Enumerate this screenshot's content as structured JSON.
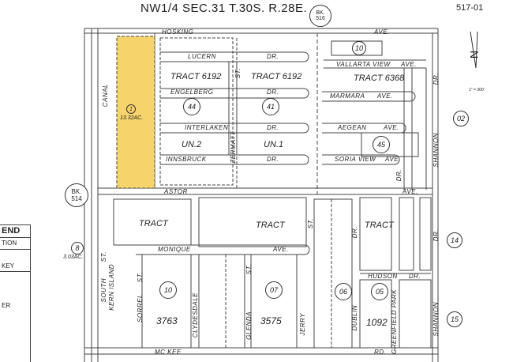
{
  "header": {
    "title": "NW1/4 SEC.31 T.30S. R.28E.",
    "sheet": "517-01",
    "book_top": {
      "bk": "BK.",
      "num": "516"
    },
    "book_left": {
      "bk": "BK.",
      "num": "514"
    }
  },
  "north": {
    "letter": "N",
    "scale": "1\" = 300'"
  },
  "streets": {
    "hosking": "HOSKING",
    "hosking_ave": "AVE.",
    "lucern": "LUCERN",
    "lucern_dr": "DR.",
    "engelberg": "ENGELBERG",
    "engelberg_dr": "DR.",
    "interlaken": "INTERLAKEN",
    "interlaken_dr": "DR.",
    "innsbruck": "INNSBRUCK",
    "innsbruck_dr": "DR.",
    "vallarta_view": "VALLARTA VIEW",
    "vallarta_ave": "AVE.",
    "marmara": "MARMARA",
    "marmara_ave": "AVE.",
    "aegean": "AEGEAN",
    "aegean_ave": "AVE.",
    "soria_view": "SORIA VIEW",
    "soria_ave": "AVE.",
    "astor": "ASTOR",
    "astor_ave": "AVE.",
    "monique": "MONIQUE",
    "monique_ave": "AVE.",
    "hudson": "HUDSON",
    "hudson_dr": "DR.",
    "mc_kee": "MC KEE",
    "mc_kee_rd": "RD.",
    "canal": "CANAL",
    "st1": "ST.",
    "zermatt": "ZERMATT",
    "shannon": "SHANNON",
    "shannon_dr": "DR.",
    "south": "SOUTH",
    "kern_island": "KERN ISLAND",
    "sorrel": "SORREL",
    "sorrel_st": "ST.",
    "clydesdale": "CLYDESDALE",
    "glenda": "GLENDA",
    "glenda_st": "ST.",
    "jerry": "JERRY",
    "jerry_st": "ST.",
    "dublin": "DUBLIN",
    "dublin_dr": "DR.",
    "greenfield_park": "GREENFIELD PARK",
    "greenfield_dr": "DR.",
    "dr_small": "DR.",
    "st_small": "ST."
  },
  "tracts": {
    "t6192a": "TRACT   6192",
    "t6192b": "TRACT   6192",
    "t6368": "TRACT   6368",
    "un2": "UN.2",
    "un1": "UN.1",
    "tract_l": "TRACT",
    "tract_r": "TRACT",
    "tract_rr": "TRACT",
    "t3763": "3763",
    "t3575": "3575",
    "t1092": "1092"
  },
  "circles": {
    "c44": "44",
    "c41": "41",
    "c45": "45",
    "c10a": "10",
    "c10b": "10",
    "c07": "07",
    "c06": "06",
    "c05": "05",
    "c02": "02",
    "c14": "14",
    "c15": "15",
    "c8": "8"
  },
  "parcels": {
    "p1_num": "1",
    "p1_area": "13.32AC.",
    "p8_area": "3.03AC."
  },
  "legend": {
    "title": "END",
    "sec1": "TION",
    "sec2": "KEY",
    "sec3": "ER"
  }
}
